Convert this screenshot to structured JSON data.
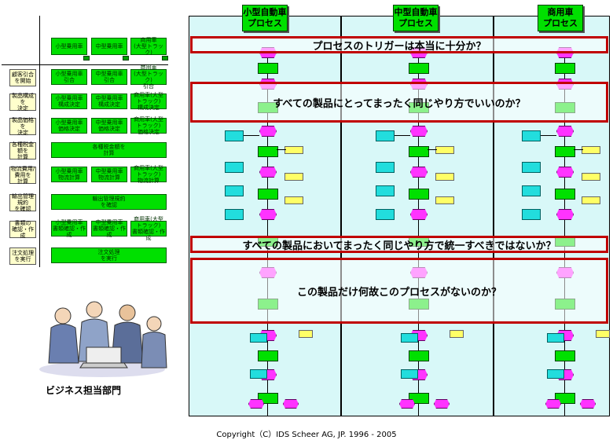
{
  "left": {
    "top_boxes": [
      "小型乗用車",
      "中型乗用車",
      "商用車\n(大型トラック)"
    ],
    "rows": [
      {
        "label": "顧客引合\nを開始",
        "cells": [
          "小型乗用車\n引合",
          "中型乗用車\n引合",
          "商用車\n(大型トラック)\n引合"
        ]
      },
      {
        "label": "製品構成を\n決定",
        "cells": [
          "小型乗用車\n構成決定",
          "中型乗用車\n構成決定",
          "商用車(大型トラック)\n構成決定"
        ]
      },
      {
        "label": "製品価格を\n決定",
        "cells": [
          "小型乗用車\n価格決定",
          "中型乗用車\n価格決定",
          "商用車(大型トラック)\n価格決定"
        ]
      },
      {
        "label": "各種税金額を\n計算",
        "wide": "各種税金額を\n計算"
      },
      {
        "label": "物流費用/費用を\n計算",
        "cells": [
          "小型乗用車\n物流計算",
          "中型乗用車\n物流計算",
          "商用車(大型トラック)\n物流計算"
        ]
      },
      {
        "label": "輸出管理規約\nを確認",
        "wide": "輸出管理規約\nを確認"
      },
      {
        "label": "書類の\n確認・作成",
        "cells": [
          "小型乗用車\n書類確認・作成",
          "中型乗用車\n書類確認・作成",
          "商用車(大型トラック)\n書類確認・作成"
        ]
      },
      {
        "label": "注文処理\nを実行",
        "wide": "注文処理\nを実行"
      }
    ],
    "caption": "ビジネス担当部門"
  },
  "lanes": [
    "小型自動車\nプロセス",
    "中型自動車\nプロセス",
    "商用車\nプロセス"
  ],
  "questions": [
    "プロセスのトリガーは本当に十分か？",
    "すべての製品にとってまったく同じやり方でいいのか？",
    "すべての製品においてまったく同じやり方で統一すべきではないか？",
    "この製品だけ何故このプロセスがないのか？"
  ],
  "copyright": "Copyright（C）IDS Scheer AG, JP. 1996 - 2005"
}
